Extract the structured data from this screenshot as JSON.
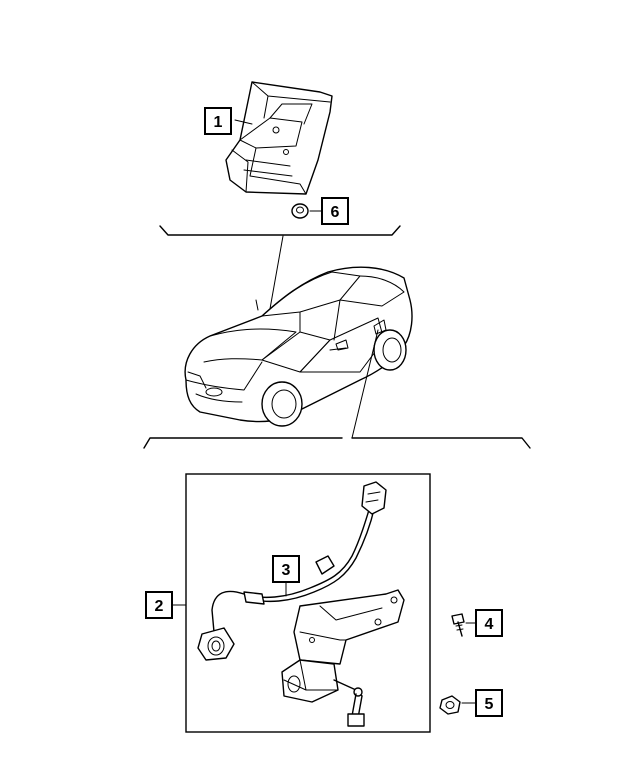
{
  "callouts": [
    {
      "id": "1",
      "label": "1"
    },
    {
      "id": "2",
      "label": "2"
    },
    {
      "id": "3",
      "label": "3"
    },
    {
      "id": "4",
      "label": "4"
    },
    {
      "id": "5",
      "label": "5"
    },
    {
      "id": "6",
      "label": "6"
    }
  ],
  "parts": {
    "bracket": "bracket",
    "car": "vehicle",
    "sensor_assembly": "headlamp-leveling-sensor",
    "wire_harness": "wiring-harness",
    "screw": "screw",
    "nut": "nut",
    "push_nut": "push-nut"
  }
}
